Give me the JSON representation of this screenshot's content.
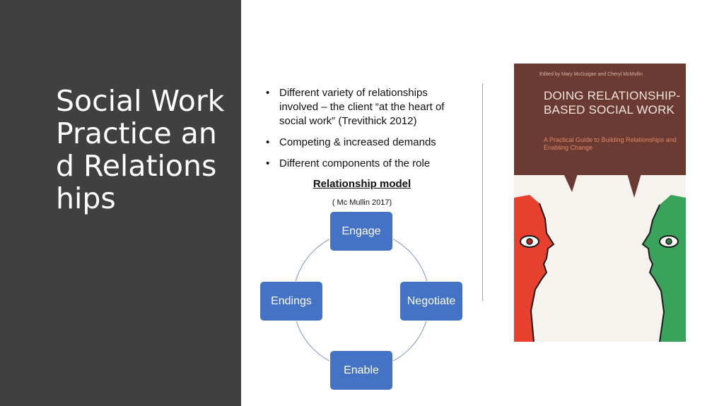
{
  "slide": {
    "title": "Social Work Practice and Relationships",
    "bullets": [
      "Different variety of relationships involved –  the client “at the heart of social work” (Trevithick 2012)",
      "Competing & increased  demands",
      "Different components of the role"
    ],
    "model_heading": "Relationship model",
    "citation": "( Mc Mullin 2017)"
  },
  "cycle": {
    "nodes": [
      "Engage",
      "Negotiate",
      "Enable",
      "Endings"
    ],
    "node_color": "#4472c4",
    "ring_color": "#7f93c9"
  },
  "book": {
    "editors": "Edited by Mary McGuigan and Cheryl McMullin",
    "title": "DOING RELATIONSHIP-BASED SOCIAL WORK",
    "subtitle": "A Practical Guide to Building Relationships and Enabling Change",
    "colors": {
      "top": "#6b3a32",
      "left_face": "#e8402f",
      "right_face": "#3aa35b",
      "background": "#f6f3ee"
    }
  },
  "colors": {
    "panel": "#404040",
    "accent": "#4472c4"
  }
}
